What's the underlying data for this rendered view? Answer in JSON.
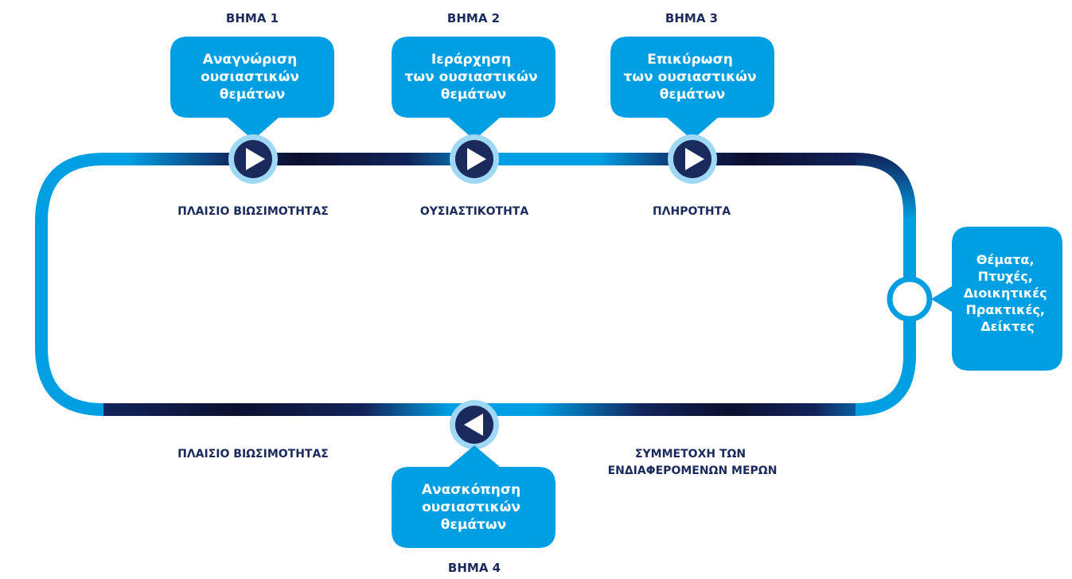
{
  "colors": {
    "accent": "#009fe3",
    "dark": "#1b2a5c",
    "darkest": "#0b1030",
    "node_ring": "#9fd8f5",
    "text_on_accent": "#ffffff"
  },
  "steps": [
    {
      "step_label": "ΒΗΜΑ 1",
      "title_lines": [
        "Αναγνώριση",
        "ουσιαστικών",
        "θεμάτων"
      ],
      "principle_lines": [
        "ΠΛΑΙΣΙΟ ΒΙΩΣΙΜΟΤΗΤΑΣ"
      ],
      "node_icon": "play-right-icon"
    },
    {
      "step_label": "ΒΗΜΑ 2",
      "title_lines": [
        "Ιεράρχηση",
        "των ουσιαστικών",
        "θεμάτων"
      ],
      "principle_lines": [
        "ΟΥΣΙΑΣΤΙΚΟΤΗΤΑ"
      ],
      "node_icon": "play-right-icon"
    },
    {
      "step_label": "ΒΗΜΑ 3",
      "title_lines": [
        "Επικύρωση",
        "των ουσιαστικών",
        "θεμάτων"
      ],
      "principle_lines": [
        "ΠΛΗΡΟΤΗΤΑ"
      ],
      "node_icon": "play-right-icon"
    },
    {
      "step_label": "ΒΗΜΑ 4",
      "title_lines": [
        "Ανασκόπηση",
        "ουσιαστικών",
        "θεμάτων"
      ],
      "principle_lines": [],
      "node_icon": "play-left-icon"
    }
  ],
  "bottom_principles": {
    "left_lines": [
      "ΠΛΑΙΣΙΟ ΒΙΩΣΙΜΟΤΗΤΑΣ"
    ],
    "right_lines": [
      "ΣΥΜΜΕΤΟΧΗ ΤΩΝ",
      "ΕΝΔΙΑΦΕΡΟΜΕΝΩΝ ΜΕΡΩΝ"
    ]
  },
  "output_box": {
    "lines": [
      "Θέματα,",
      "Πτυχές,",
      "Διοικητικές",
      "Πρακτικές,",
      "Δείκτες"
    ],
    "node_icon": "circle-node-icon"
  }
}
